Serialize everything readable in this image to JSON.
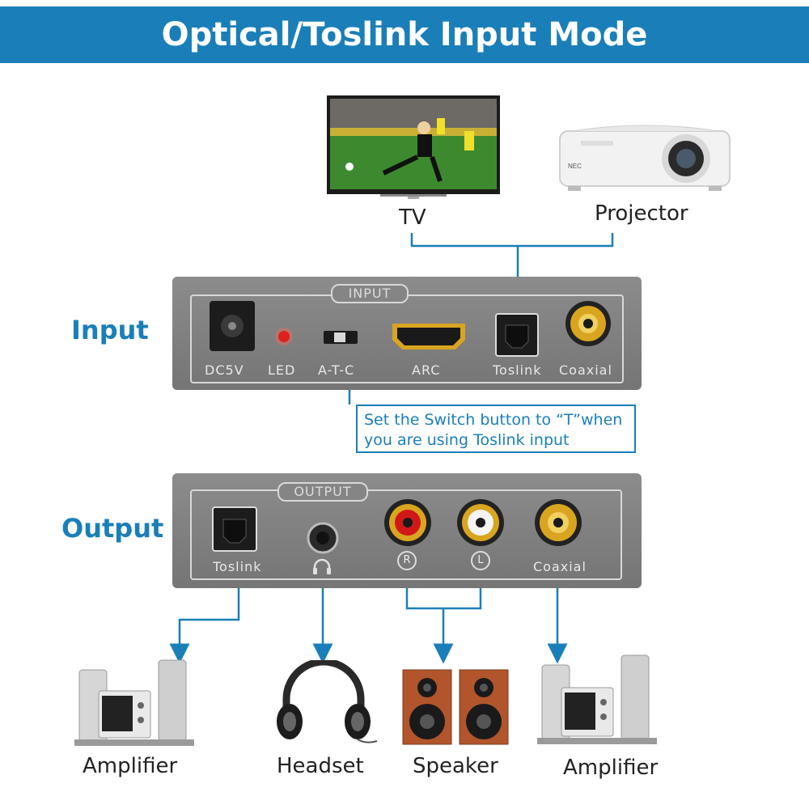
{
  "title": "Optical/Toslink Input Mode",
  "sources": {
    "tv": "TV",
    "projector": "Projector",
    "projector_brand": "NEC"
  },
  "input_panel": {
    "side_label": "Input",
    "plate_label": "INPUT",
    "ports": [
      "DC5V",
      "LED",
      "A-T-C",
      "ARC",
      "Toslink",
      "Coaxial"
    ]
  },
  "callout": {
    "line1": "Set the Switch button to “T”when",
    "line2": "you are using Toslink input"
  },
  "output_panel": {
    "side_label": "Output",
    "plate_label": "OUTPUT",
    "ports": [
      "Toslink",
      "Coaxial"
    ],
    "rca_r": "R",
    "rca_l": "L"
  },
  "devices": [
    "Amplifier",
    "Headset",
    "Speaker",
    "Amplifier"
  ],
  "colors": {
    "accent": "#1a7fb8",
    "panel": "#7f7f7f",
    "led": "#e0201c",
    "gold": "#d9a520",
    "rca_red": "#d01818"
  }
}
